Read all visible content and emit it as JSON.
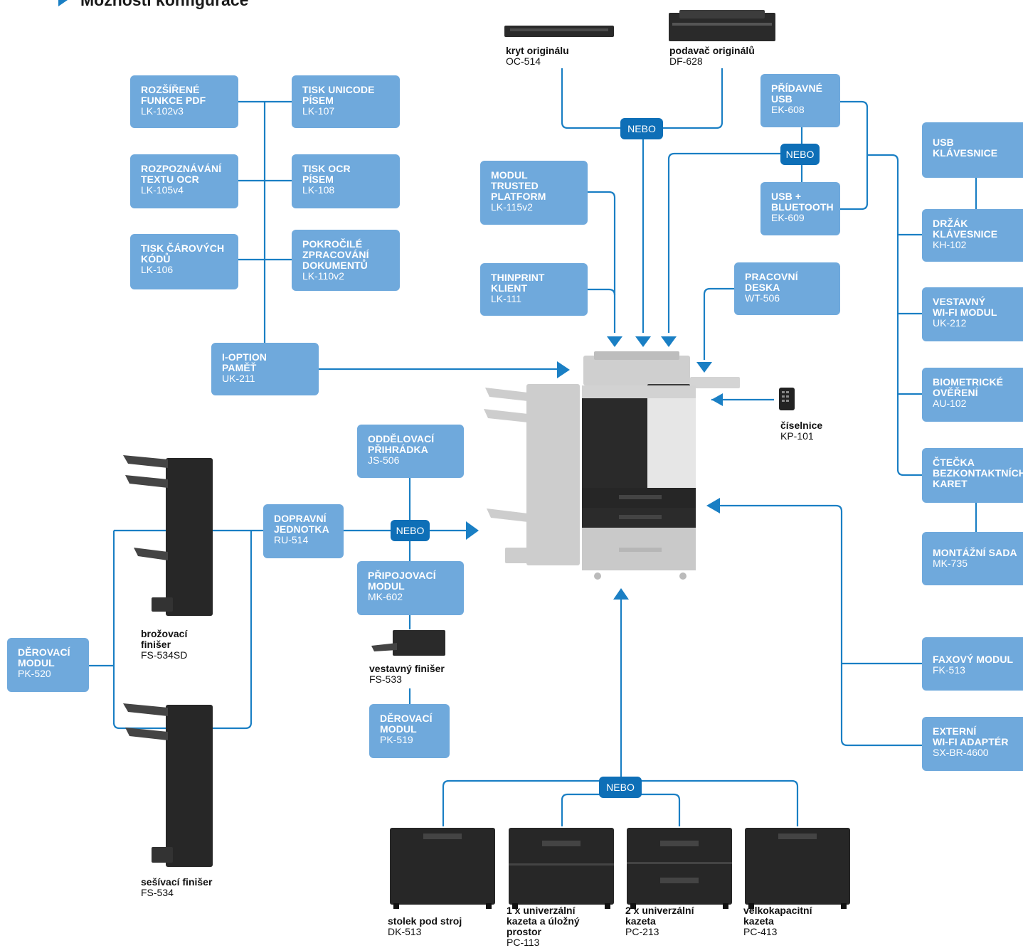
{
  "title": "Možnosti konfigurace",
  "badges": {
    "nebo": "NEBO"
  },
  "boxes": {
    "lk102": {
      "name": "ROZŠÍŘENÉ\nFUNKCE PDF",
      "code": "LK-102v3"
    },
    "lk105": {
      "name": "ROZPOZNÁVÁNÍ\nTEXTU OCR",
      "code": "LK-105v4"
    },
    "lk106": {
      "name": "TISK ČÁROVÝCH\nKÓDŮ",
      "code": "LK-106"
    },
    "lk107": {
      "name": "TISK UNICODE\nPÍSEM",
      "code": "LK-107"
    },
    "lk108": {
      "name": "TISK OCR\nPÍSEM",
      "code": "LK-108"
    },
    "lk110": {
      "name": "POKROČILÉ\nZPRACOVÁNÍ\nDOKUMENTŮ",
      "code": "LK-110v2"
    },
    "uk211": {
      "name": "i-OPTION\nPAMĚŤ",
      "code": "UK-211"
    },
    "lk115": {
      "name": "MODUL\nTRUSTED\nPLATFORM",
      "code": "LK-115v2"
    },
    "lk111": {
      "name": "THINPRINT\nKLIENT",
      "code": "LK-111"
    },
    "ek608": {
      "name": "PŘÍDAVNÉ\nUSB",
      "code": "EK-608"
    },
    "ek609": {
      "name": "USB +\nBLUETOOTH",
      "code": "EK-609"
    },
    "wt506": {
      "name": "PRACOVNÍ\nDESKA",
      "code": "WT-506"
    },
    "usbkb": {
      "name": "USB\nKLÁVESNICE",
      "code": ""
    },
    "kh102": {
      "name": "DRŽÁK\nKLÁVESNICE",
      "code": "KH-102"
    },
    "uk212": {
      "name": "VESTAVNÝ\nWI-FI MODUL",
      "code": "UK-212"
    },
    "au102": {
      "name": "BIOMETRICKÉ\nOVĚŘENÍ",
      "code": "AU-102"
    },
    "card": {
      "name": "ČTEČKA\nBEZKONTAKTNÍCH\nKARET",
      "code": ""
    },
    "mk735": {
      "name": "MONTÁŽNÍ SADA",
      "code": "MK-735"
    },
    "fk513": {
      "name": "FAXOVÝ MODUL",
      "code": "FK-513"
    },
    "sxbr": {
      "name": "EXTERNÍ\nWI-FI ADAPTÉR",
      "code": "SX-BR-4600"
    },
    "js506": {
      "name": "ODDĚLOVACÍ\nPŘIHRÁDKA",
      "code": "JS-506"
    },
    "ru514": {
      "name": "DOPRAVNÍ\nJEDNOTKA",
      "code": "RU-514"
    },
    "mk602": {
      "name": "PŘIPOJOVACÍ\nMODUL",
      "code": "MK-602"
    },
    "pk519": {
      "name": "DĚROVACÍ\nMODUL",
      "code": "PK-519"
    },
    "pk520": {
      "name": "DĚROVACÍ\nMODUL",
      "code": "PK-520"
    }
  },
  "products": {
    "oc514": {
      "name": "kryt originálu",
      "code": "OC-514"
    },
    "df628": {
      "name": "podavač originálů",
      "code": "DF-628"
    },
    "kp101": {
      "name": "číselnice",
      "code": "KP-101"
    },
    "fs534sd": {
      "name": "brožovací\nfinišer",
      "code": "FS-534SD"
    },
    "fs534": {
      "name": "sešívací finišer",
      "code": "FS-534"
    },
    "fs533": {
      "name": "vestavný finišer",
      "code": "FS-533"
    },
    "dk513": {
      "name": "stolek pod stroj",
      "code": "DK-513"
    },
    "pc113": {
      "name": "1 x univerzální\nkazeta a úložný\nprostor",
      "code": "PC-113"
    },
    "pc213": {
      "name": "2 x univerzální\nkazeta",
      "code": "PC-213"
    },
    "pc413": {
      "name": "velkokapacitní\nkazeta",
      "code": "PC-413"
    }
  },
  "colors": {
    "box": "#6fa9dc",
    "line": "#1a7fc4",
    "badge": "#0e6fb7",
    "device": "#2a2a2a",
    "ghost": "#c8c8c8"
  }
}
